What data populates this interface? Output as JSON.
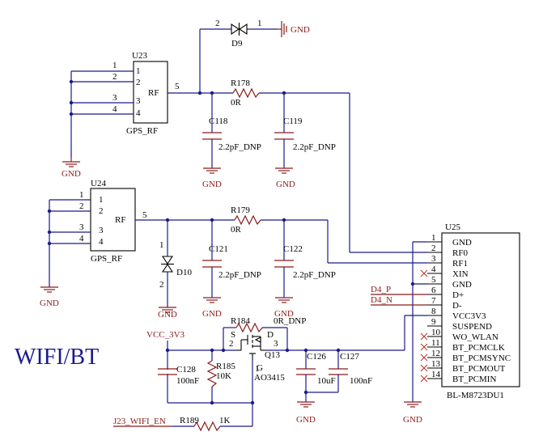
{
  "title": "WIFI/BT",
  "u23": {
    "ref": "U23",
    "name": "GPS_RF",
    "sig": "RF",
    "pins": [
      "1",
      "2",
      "3",
      "4"
    ],
    "out": "5"
  },
  "u24": {
    "ref": "U24",
    "name": "GPS_RF",
    "sig": "RF",
    "pins": [
      "1",
      "2",
      "3",
      "4"
    ],
    "out": "5"
  },
  "d9": {
    "ref": "D9",
    "p2": "2",
    "p1": "1"
  },
  "d10": {
    "ref": "D10",
    "p1": "1",
    "p2": "2"
  },
  "r178": {
    "ref": "R178",
    "val": "0R"
  },
  "r179": {
    "ref": "R179",
    "val": "0R"
  },
  "c118": {
    "ref": "C118",
    "val": "2.2pF_DNP"
  },
  "c119": {
    "ref": "C119",
    "val": "2.2pF_DNP"
  },
  "c121": {
    "ref": "C121",
    "val": "2.2pF_DNP"
  },
  "c122": {
    "ref": "C122",
    "val": "2.2pF_DNP"
  },
  "gnd": "GND",
  "vcc": "VCC_3V3",
  "r184": {
    "ref": "R184",
    "val": "0R_DNP"
  },
  "r185": {
    "ref": "R185",
    "val": "10K"
  },
  "r189": {
    "ref": "R189",
    "val": "1K"
  },
  "c128": {
    "ref": "C128",
    "val": "100nF"
  },
  "c126": {
    "ref": "C126",
    "val": "10uF"
  },
  "c127": {
    "ref": "C127",
    "val": "100nF"
  },
  "q13": {
    "ref": "Q13",
    "part": "AO3415",
    "s": "S",
    "g": "G",
    "d": "D",
    "p2": "2",
    "p1": "1",
    "p3": "3"
  },
  "net_wifi_en": "J23_WIFI_EN",
  "net_d4p": "D4_P",
  "net_d4n": "D4_N",
  "u25": {
    "ref": "U25",
    "part": "BL-M8723DU1",
    "pins": [
      {
        "num": "1",
        "name": "GND"
      },
      {
        "num": "2",
        "name": "RF0"
      },
      {
        "num": "3",
        "name": "RF1"
      },
      {
        "num": "4",
        "name": "XIN"
      },
      {
        "num": "5",
        "name": "GND"
      },
      {
        "num": "6",
        "name": "D+"
      },
      {
        "num": "7",
        "name": "D-"
      },
      {
        "num": "8",
        "name": "VCC3V3"
      },
      {
        "num": "9",
        "name": "SUSPEND"
      },
      {
        "num": "10",
        "name": "WO_WLAN"
      },
      {
        "num": "11",
        "name": "BT_PCMCLK"
      },
      {
        "num": "12",
        "name": "BT_PCMSYNC"
      },
      {
        "num": "13",
        "name": "BT_PCMOUT"
      },
      {
        "num": "14",
        "name": "BT_PCMIN"
      }
    ]
  }
}
